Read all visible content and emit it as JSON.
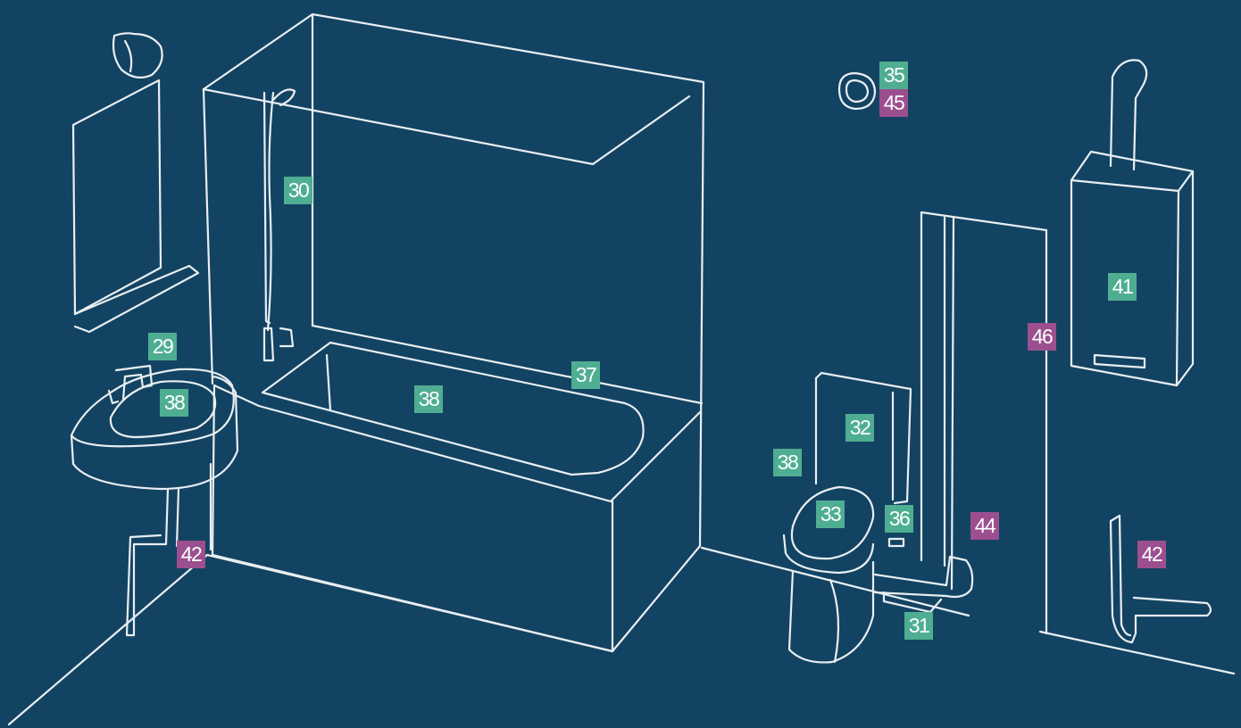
{
  "colors": {
    "background": "#134362",
    "line": "#e9eef1",
    "green_tag": "#4fae91",
    "purple_tag": "#9b4f8e"
  },
  "labels": [
    {
      "id": "l1",
      "text": "29",
      "color": "green",
      "item": "sink-faucet"
    },
    {
      "id": "l2",
      "text": "38",
      "color": "green",
      "item": "sink-basin"
    },
    {
      "id": "l3",
      "text": "42",
      "color": "purple",
      "item": "sink-drain-pipe"
    },
    {
      "id": "l4",
      "text": "30",
      "color": "green",
      "item": "shower-head"
    },
    {
      "id": "l5",
      "text": "38",
      "color": "green",
      "item": "bathtub-basin"
    },
    {
      "id": "l6",
      "text": "37",
      "color": "green",
      "item": "bathtub-rim"
    },
    {
      "id": "l7",
      "text": "35",
      "color": "green",
      "item": "ceiling-vent"
    },
    {
      "id": "l8",
      "text": "45",
      "color": "purple",
      "item": "ceiling-vent"
    },
    {
      "id": "l9",
      "text": "32",
      "color": "green",
      "item": "toilet-tank"
    },
    {
      "id": "l10",
      "text": "38",
      "color": "green",
      "item": "toilet-bowl-side"
    },
    {
      "id": "l11",
      "text": "33",
      "color": "green",
      "item": "toilet-bowl"
    },
    {
      "id": "l12",
      "text": "36",
      "color": "green",
      "item": "toilet-valve"
    },
    {
      "id": "l13",
      "text": "31",
      "color": "green",
      "item": "toilet-waste-pipe"
    },
    {
      "id": "l14",
      "text": "44",
      "color": "purple",
      "item": "riser-pipe"
    },
    {
      "id": "l15",
      "text": "46",
      "color": "purple",
      "item": "wall-corner"
    },
    {
      "id": "l16",
      "text": "41",
      "color": "green",
      "item": "water-heater"
    },
    {
      "id": "l17",
      "text": "42",
      "color": "purple",
      "item": "wall-drain-pipe"
    }
  ]
}
